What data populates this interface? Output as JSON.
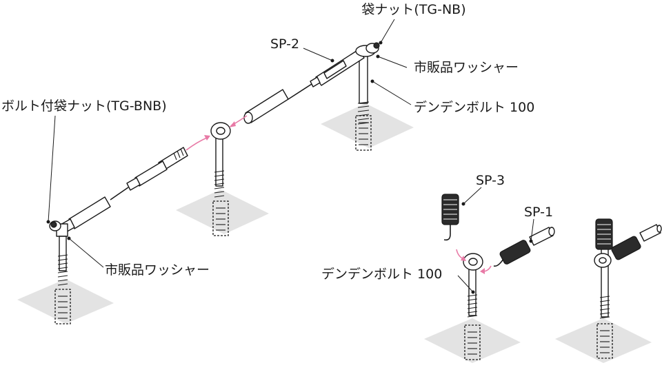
{
  "labels": {
    "cap_nut": "袋ナット(TG-NB)",
    "sp2": "SP-2",
    "washer_top": "市販品ワッシャー",
    "bolt_top": "デンデンボルト 100",
    "bolt_cap_nut": "ボルト付袋ナット(TG-BNB)",
    "washer_bottom": "市販品ワッシャー",
    "sp3": "SP-3",
    "sp1": "SP-1",
    "bolt_bottom": "デンデンボルト 100"
  },
  "colors": {
    "line": "#1a1a1a",
    "plate": "#e3e3e3",
    "arrow": "#e87aa6"
  }
}
